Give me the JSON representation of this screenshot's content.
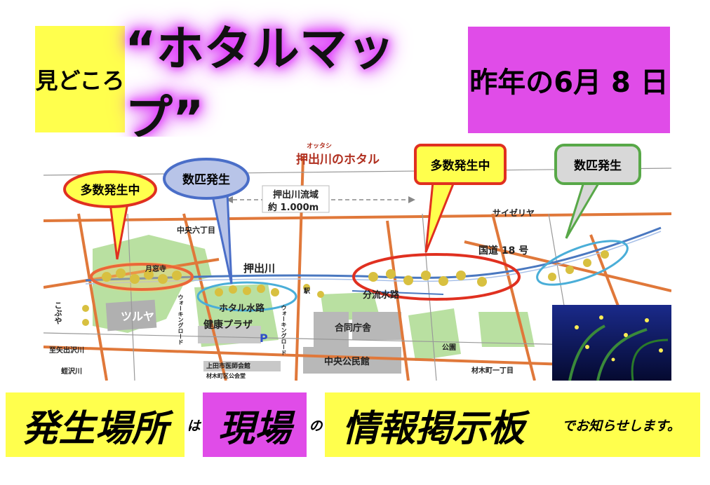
{
  "header": {
    "miru_label": "見どころ",
    "title": "“ホタルマップ”",
    "date_label": "昨年の6月 8 日"
  },
  "map": {
    "title": "押出川のホタル",
    "title_ruby": "オッタシ",
    "basin_label_line1": "押出川流域",
    "basin_label_line2": "約 1.000m",
    "labels": {
      "chuo6": "中央六丁目",
      "oshidashigawa": "押出川",
      "gettsuji": "月窓寺",
      "tsuruya": "ツルヤ",
      "kenko_plaza": "健康プラザ",
      "hotaru_suiro": "ホタル水路",
      "bunryu_suiro": "分流水路",
      "godo_chosha": "合同庁舎",
      "chuo_kominkan": "中央公民館",
      "saizeriya": "サイゼリヤ",
      "kokudo18": "国道 18 号",
      "koen": "公園",
      "zaimoku1": "材木町一丁目",
      "shiyaku_hebizawa": "至矢出沢川",
      "hebizawa": "蛭沢川",
      "ishikai": "上田市医師会館",
      "zaimoku_kominkan": "材木町区公会堂",
      "kofuya": "こぶや",
      "parking": "P",
      "walking_road": "ウォーキングロード",
      "eki": "駅"
    },
    "callouts": [
      {
        "text": "多数発生中",
        "color": "#ffff4d",
        "border": "#e03020"
      },
      {
        "text": "数匹発生",
        "color": "#b8c4e8",
        "border": "#4a6ec8"
      },
      {
        "text": "多数発生中",
        "color": "#ffff4d",
        "border": "#e03020"
      },
      {
        "text": "数匹発生",
        "color": "#d8d8d8",
        "border": "#58a848"
      }
    ]
  },
  "bottom": {
    "seg1": "発生場所",
    "seg2": "は",
    "seg3": "現場",
    "seg4": "の",
    "seg5": "情報掲示板",
    "seg6": "でお知らせします。"
  },
  "colors": {
    "yellow": "#ffff4d",
    "magenta": "#e04ce8",
    "road": "#e0783a",
    "river": "#4a78c0",
    "green_area": "#a8d88a"
  }
}
